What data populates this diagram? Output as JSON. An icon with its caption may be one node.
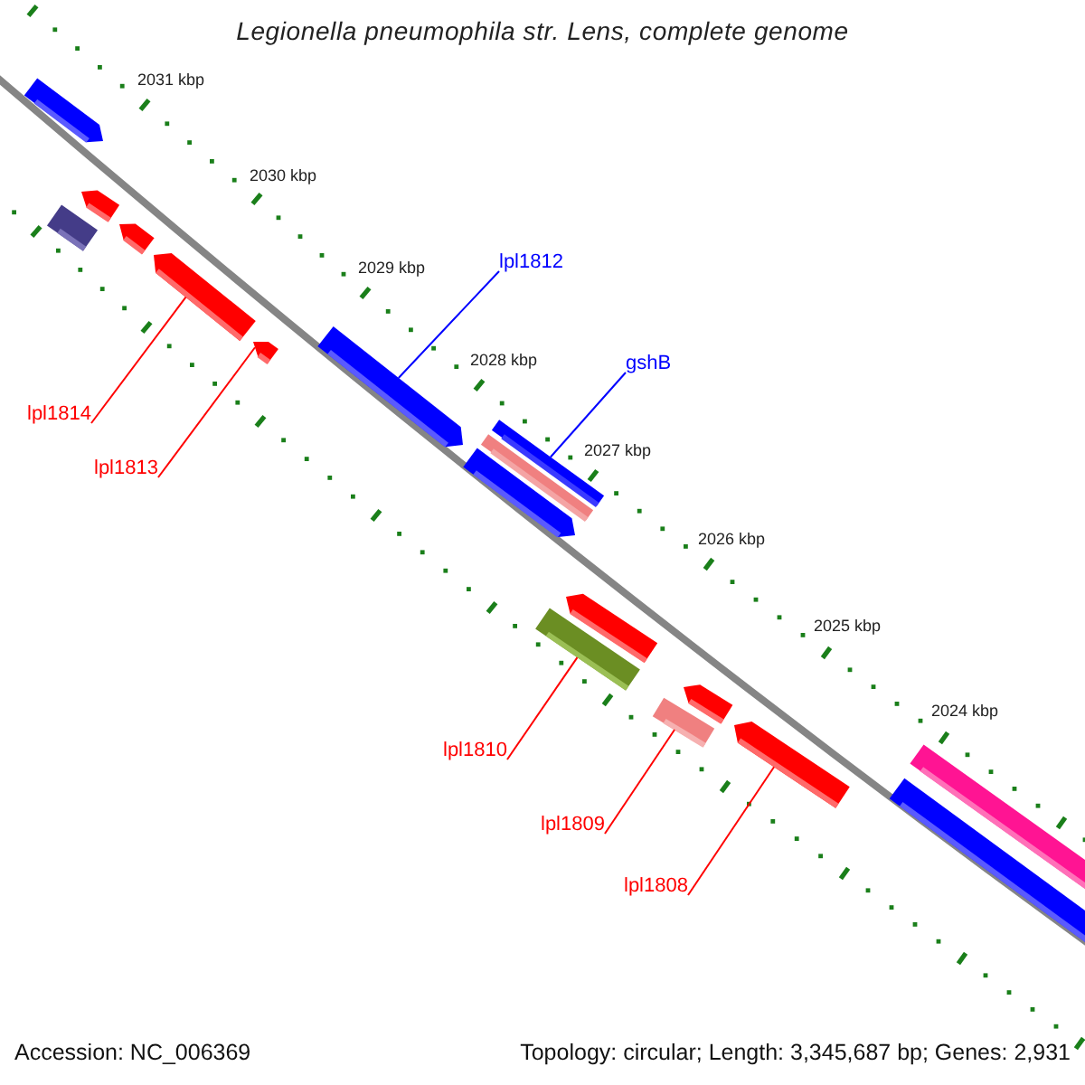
{
  "diagram": {
    "title": "Legionella pneumophila str. Lens, complete genome",
    "nodes": [
      {
        "text": [
          "lpl1812"
        ]
      },
      {
        "text": [
          "gshB"
        ]
      },
      {
        "text": [
          "lpl1814"
        ]
      },
      {
        "text": [
          "lpl1813"
        ]
      },
      {
        "text": [
          "lpl1810"
        ]
      },
      {
        "text": [
          "lpl1809"
        ]
      },
      {
        "text": [
          "lpl1808"
        ]
      },
      {
        "text": [],
        "shape": "bar"
      },
      {
        "text": [],
        "shape": "bar"
      },
      {
        "text": [],
        "shape": "bar"
      },
      {
        "text": [],
        "shape": "bar"
      },
      {
        "text": [],
        "shape": "bar"
      },
      {
        "text": [],
        "shape": "bar"
      },
      {
        "text": [],
        "shape": "bar"
      }
    ],
    "edges": [
      {
        "from": 0,
        "to": 9,
        "arrow": "none",
        "color": "#0000ff"
      },
      {
        "from": 1,
        "to": 10,
        "arrow": "none",
        "color": "#0000ff"
      },
      {
        "from": 2,
        "to": 7,
        "arrow": "none"
      },
      {
        "from": 3,
        "to": 8,
        "arrow": "none"
      },
      {
        "from": 4,
        "to": 11,
        "arrow": "none"
      },
      {
        "from": 5,
        "to": 12,
        "arrow": "none"
      },
      {
        "from": 6,
        "to": 13,
        "arrow": "none"
      }
    ],
    "labels": [
      "2031 kbp",
      "2030 kbp",
      "2029 kbp",
      "2028 kbp",
      "2027 kbp",
      "2026 kbp",
      "2025 kbp",
      "2024 kbp",
      "Accession: NC_006369",
      "Topology: circular; Length: 3,345,687 bp; Genes: 2,931"
    ]
  }
}
